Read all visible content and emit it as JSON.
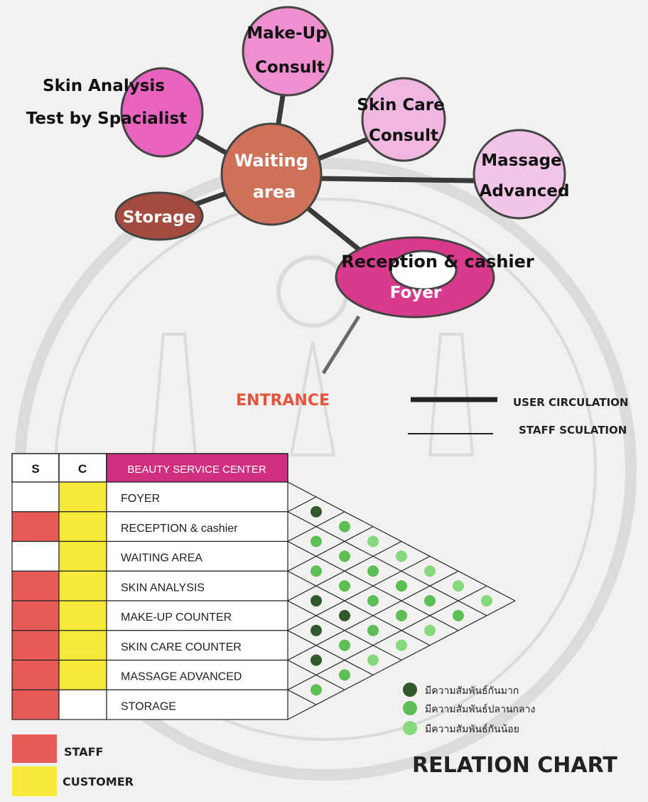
{
  "bubble_diagram": {
    "nodes": [
      {
        "id": "makeup",
        "lines": [
          "Make-Up",
          "Consult"
        ],
        "fill": "#ef8fd0"
      },
      {
        "id": "skin_analysis",
        "lines": [
          "Skin Analysis",
          "Test by Spacialist"
        ],
        "fill": "#e862c0"
      },
      {
        "id": "skin_care",
        "lines": [
          "Skin Care",
          "Consult"
        ],
        "fill": "#f0b7e0"
      },
      {
        "id": "waiting",
        "lines": [
          "Waiting",
          "area"
        ],
        "fill": "#cf7158"
      },
      {
        "id": "massage",
        "lines": [
          "Massage",
          "Advanced"
        ],
        "fill": "#f1c4e8"
      },
      {
        "id": "storage",
        "lines": [
          "Storage"
        ],
        "fill": "#a44b3f"
      },
      {
        "id": "reception",
        "lines": [
          "Reception & cashier"
        ],
        "fill": "#d93a8b"
      },
      {
        "id": "foyer",
        "lines": [
          "Foyer"
        ],
        "fill": "#d93a8b"
      }
    ],
    "entrance_label": "ENTRANCE",
    "entrance_color": "#e4543f"
  },
  "line_legend": {
    "user_circulation": "USER CIRCULATION",
    "staff_circulation": "STAFF SCULATION"
  },
  "relation_table": {
    "header_s": "S",
    "header_c": "C",
    "title": "BEAUTY SERVICE CENTER",
    "title_bg": "#cf2f7e",
    "rows": [
      {
        "name": "FOYER",
        "staff": false,
        "customer": true
      },
      {
        "name": "RECEPTION & cashier",
        "staff": true,
        "customer": true
      },
      {
        "name": "WAITING AREA",
        "staff": false,
        "customer": true
      },
      {
        "name": "SKIN ANALYSIS",
        "staff": true,
        "customer": true
      },
      {
        "name": "MAKE-UP COUNTER",
        "staff": true,
        "customer": true
      },
      {
        "name": "SKIN CARE COUNTER",
        "staff": true,
        "customer": true
      },
      {
        "name": "MASSAGE ADVANCED",
        "staff": true,
        "customer": true
      },
      {
        "name": "STORAGE",
        "staff": true,
        "customer": false
      }
    ],
    "relations": [
      [
        0,
        1,
        "strong"
      ],
      [
        0,
        2,
        "medium"
      ],
      [
        0,
        3,
        "weak"
      ],
      [
        0,
        4,
        "weak"
      ],
      [
        0,
        5,
        "weak"
      ],
      [
        0,
        6,
        "weak"
      ],
      [
        0,
        7,
        "weak"
      ],
      [
        1,
        2,
        "medium"
      ],
      [
        1,
        3,
        "medium"
      ],
      [
        1,
        4,
        "medium"
      ],
      [
        1,
        5,
        "medium"
      ],
      [
        1,
        6,
        "medium"
      ],
      [
        1,
        7,
        "medium"
      ],
      [
        2,
        3,
        "medium"
      ],
      [
        2,
        4,
        "medium"
      ],
      [
        2,
        5,
        "medium"
      ],
      [
        2,
        6,
        "medium"
      ],
      [
        2,
        7,
        "weak"
      ],
      [
        3,
        4,
        "strong"
      ],
      [
        3,
        5,
        "strong"
      ],
      [
        3,
        6,
        "medium"
      ],
      [
        3,
        7,
        "weak"
      ],
      [
        4,
        5,
        "strong"
      ],
      [
        4,
        6,
        "medium"
      ],
      [
        4,
        7,
        "weak"
      ],
      [
        5,
        6,
        "strong"
      ],
      [
        5,
        7,
        "medium"
      ],
      [
        6,
        7,
        "medium"
      ]
    ],
    "colors": {
      "staff": "#e85a55",
      "customer": "#f7e93a",
      "strong": "#2f5a2c",
      "medium": "#5cbf54",
      "weak": "#86d87e"
    }
  },
  "relation_legend": {
    "strong": "มีความสัมพันธ์กันมาก",
    "medium": "มีความสัมพันธ์ปลานกลาง",
    "weak": "มีความสัมพันธ์กันน้อย"
  },
  "color_legend": {
    "staff": "STAFF",
    "customer": "CUSTOMER"
  },
  "chart_title": "RELATION CHART"
}
